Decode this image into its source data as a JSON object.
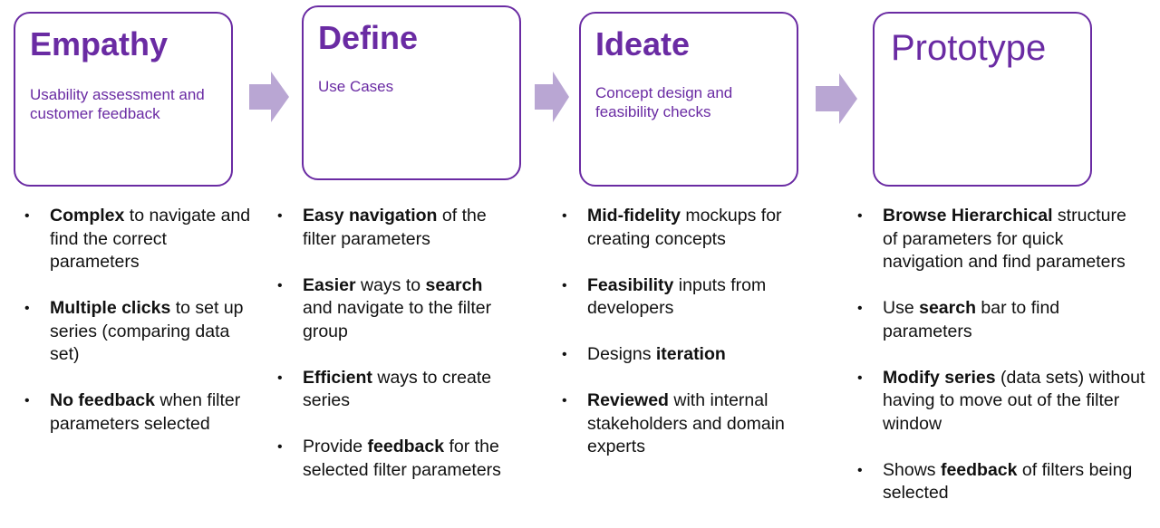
{
  "colors": {
    "accent": "#6a2ba3",
    "arrow": "#b9a6d3",
    "text": "#111111"
  },
  "stages": [
    {
      "title": "Empathy",
      "subtitle": "Usability assessment and customer feedback"
    },
    {
      "title": "Define",
      "subtitle": "Use Cases"
    },
    {
      "title": "Ideate",
      "subtitle": "Concept design and feasibility checks"
    },
    {
      "title": "Prototype",
      "subtitle": ""
    }
  ],
  "bullets": {
    "empathy": [
      {
        "bold": "Complex",
        "rest": " to navigate and find the correct parameters"
      },
      {
        "bold": "Multiple clicks",
        "rest": " to set up series (comparing data set)"
      },
      {
        "bold": "No feedback",
        "rest": " when filter parameters selected"
      }
    ],
    "define": [
      {
        "bold": "Easy navigation",
        "rest": " of the filter parameters"
      },
      {
        "bold": "Easier",
        "mid": " ways to ",
        "bold2": "search",
        "rest": " and navigate to the filter group"
      },
      {
        "bold": "Efficient",
        "rest": " ways to create series"
      },
      {
        "pre": "Provide ",
        "bold": "feedback",
        "rest": " for the selected filter parameters"
      }
    ],
    "ideate": [
      {
        "bold": "Mid-fidelity",
        "rest": " mockups for creating concepts"
      },
      {
        "bold": "Feasibility",
        "rest": " inputs from developers"
      },
      {
        "pre": "Designs ",
        "bold": "iteration",
        "rest": ""
      },
      {
        "bold": "Reviewed",
        "rest": " with internal stakeholders and domain experts"
      }
    ],
    "prototype": [
      {
        "bold": "Browse Hierarchical",
        "rest": " structure of parameters for quick navigation and find parameters"
      },
      {
        "pre": "Use ",
        "bold": "search",
        "rest": " bar to find parameters"
      },
      {
        "bold": "Modify series",
        "rest": " (data sets) without having to move out of the filter window"
      },
      {
        "pre": "Shows ",
        "bold": "feedback",
        "rest": " of filters being selected"
      }
    ]
  }
}
